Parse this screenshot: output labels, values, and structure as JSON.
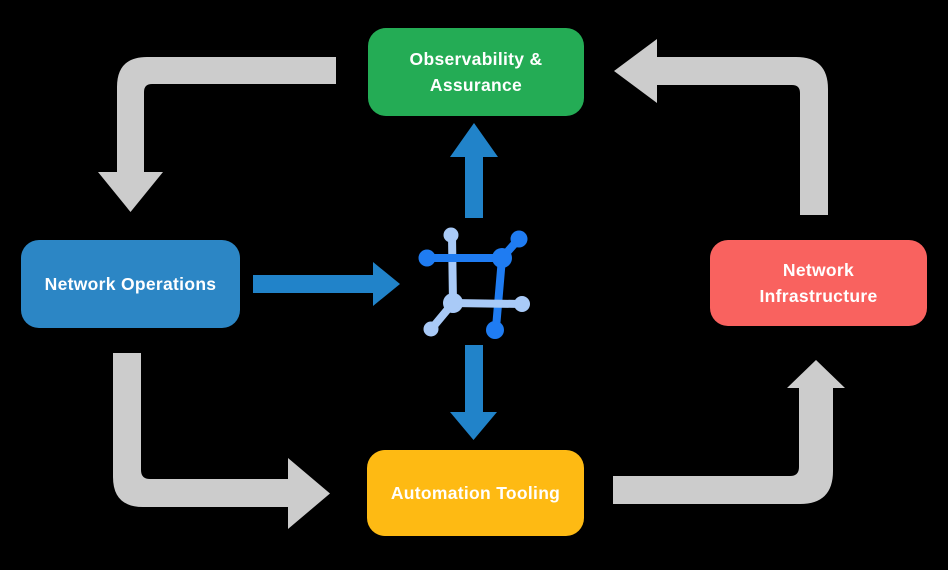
{
  "diagram": {
    "type": "cycle-flow",
    "nodes": [
      {
        "id": "observability-assurance",
        "label": "Observability & Assurance",
        "color": "#24AC55",
        "position": "top-center"
      },
      {
        "id": "network-operations",
        "label": "Network Operations",
        "color": "#2C86C5",
        "position": "middle-left"
      },
      {
        "id": "network-infrastructure",
        "label": "Network Infrastructure",
        "color": "#F9625F",
        "position": "middle-right"
      },
      {
        "id": "automation-tooling",
        "label": "Automation Tooling",
        "color": "#FEBA13",
        "position": "bottom-center"
      }
    ],
    "center_icon": "network-mesh-icon",
    "arrows": [
      {
        "from": "observability-assurance",
        "to": "network-operations",
        "color": "#CCCCCC",
        "shape": "elbow-down"
      },
      {
        "from": "network-infrastructure",
        "to": "observability-assurance",
        "color": "#CCCCCC",
        "shape": "elbow-left"
      },
      {
        "from": "network-operations",
        "to": "automation-tooling",
        "color": "#CCCCCC",
        "shape": "elbow-right"
      },
      {
        "from": "automation-tooling",
        "to": "network-infrastructure",
        "color": "#CCCCCC",
        "shape": "elbow-up"
      },
      {
        "from": "network-operations",
        "to": "center-icon",
        "color": "#2183C9",
        "shape": "straight-right"
      },
      {
        "from": "center-icon",
        "to": "observability-assurance",
        "color": "#2183C9",
        "shape": "straight-up"
      },
      {
        "from": "center-icon",
        "to": "automation-tooling",
        "color": "#2183C9",
        "shape": "straight-down"
      }
    ],
    "colors": {
      "background": "#000000",
      "gray_arrow": "#CCCCCC",
      "blue_arrow": "#2183C9",
      "icon_dark_blue": "#1F7CF2",
      "icon_light_blue": "#A9CAF7",
      "text": "#FFFFFF"
    }
  }
}
